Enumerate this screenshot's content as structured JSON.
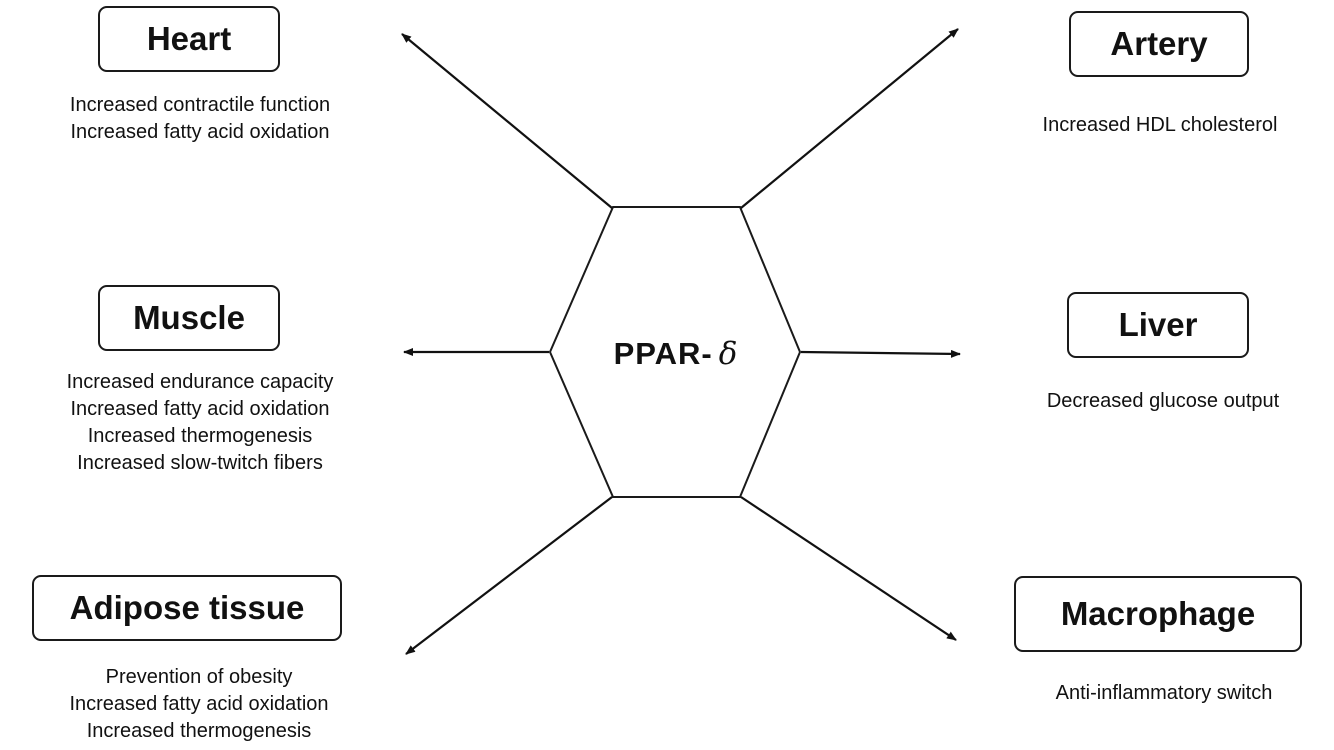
{
  "center": {
    "name": "PPAR-",
    "symbol": "δ"
  },
  "targets": [
    {
      "id": "heart",
      "label": "Heart",
      "effects": [
        "Increased contractile function",
        "Increased fatty acid oxidation"
      ]
    },
    {
      "id": "artery",
      "label": "Artery",
      "effects": [
        "Increased HDL cholesterol"
      ]
    },
    {
      "id": "muscle",
      "label": "Muscle",
      "effects": [
        "Increased endurance capacity",
        "Increased fatty acid oxidation",
        "Increased thermogenesis",
        "Increased slow-twitch fibers"
      ]
    },
    {
      "id": "liver",
      "label": "Liver",
      "effects": [
        "Decreased glucose output"
      ]
    },
    {
      "id": "adipose",
      "label": "Adipose tissue",
      "effects": [
        "Prevention of obesity",
        "Increased fatty acid oxidation",
        "Increased thermogenesis"
      ]
    },
    {
      "id": "macrophage",
      "label": "Macrophage",
      "effects": [
        "Anti-inflammatory switch"
      ]
    }
  ]
}
